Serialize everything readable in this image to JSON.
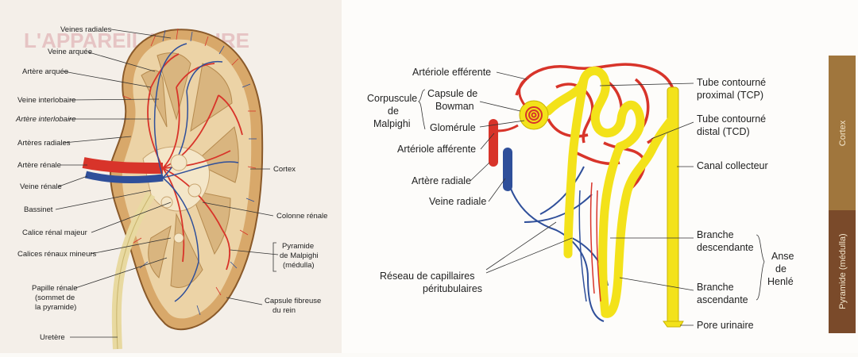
{
  "left_labels": {
    "veines_radiales": "Veines radiales",
    "veine_arquee": "Veine arquée",
    "artere_arquee": "Artère arquée",
    "veine_interlobaire": "Veine interlobaire",
    "artere_interlobaire": "Artère interlobaire",
    "arteres_radiales": "Artères radiales",
    "artere_renale": "Artère rénale",
    "veine_renale": "Veine rénale",
    "bassinet": "Bassinet",
    "calice_majeur": "Calice rénal majeur",
    "calices_mineurs": "Calices rénaux mineurs",
    "papille_1": "Papille rénale",
    "papille_2": "(sommet de",
    "papille_3": "la pyramide)",
    "uretere": "Uretère",
    "cortex": "Cortex",
    "colonne": "Colonne rénale",
    "pyramide_1": "Pyramide",
    "pyramide_2": "de Malpighi",
    "pyramide_3": "(médulla)",
    "capsule_1": "Capsule fibreuse",
    "capsule_2": "du rein",
    "bg_title": "L'APPAREIL URINAIRE"
  },
  "right_labels": {
    "arteriole_efferente": "Artériole efférente",
    "corpuscule_1": "Corpuscule",
    "corpuscule_2": "de",
    "corpuscule_3": "Malpighi",
    "capsule_bowman_1": "Capsule de",
    "capsule_bowman_2": "Bowman",
    "glomerule": "Glomérule",
    "arteriole_afferente": "Artériole afférente",
    "artere_radiale": "Artère radiale",
    "veine_radiale": "Veine radiale",
    "reseau_1": "Réseau de capillaires",
    "reseau_2": "péritubulaires",
    "tcp_1": "Tube contourné",
    "tcp_2": "proximal (TCP)",
    "tcd_1": "Tube contourné",
    "tcd_2": "distal (TCD)",
    "canal": "Canal collecteur",
    "branche_desc_1": "Branche",
    "branche_desc_2": "descendante",
    "anse_1": "Anse",
    "anse_2": "de",
    "anse_3": "Henlé",
    "branche_asc_1": "Branche",
    "branche_asc_2": "ascendante",
    "pore": "Pore urinaire",
    "bar_cortex": "Cortex",
    "bar_pyramide": "Pyramide (médulla)"
  },
  "colors": {
    "artery": "#d8342a",
    "vein": "#2f4f9a",
    "tubule": "#f3e21a",
    "tubule_stroke": "#c9b400",
    "cortex_bar": "#a0763d",
    "medulla_bar": "#7a4a2a",
    "kidney_fill": "#e9c99a"
  }
}
